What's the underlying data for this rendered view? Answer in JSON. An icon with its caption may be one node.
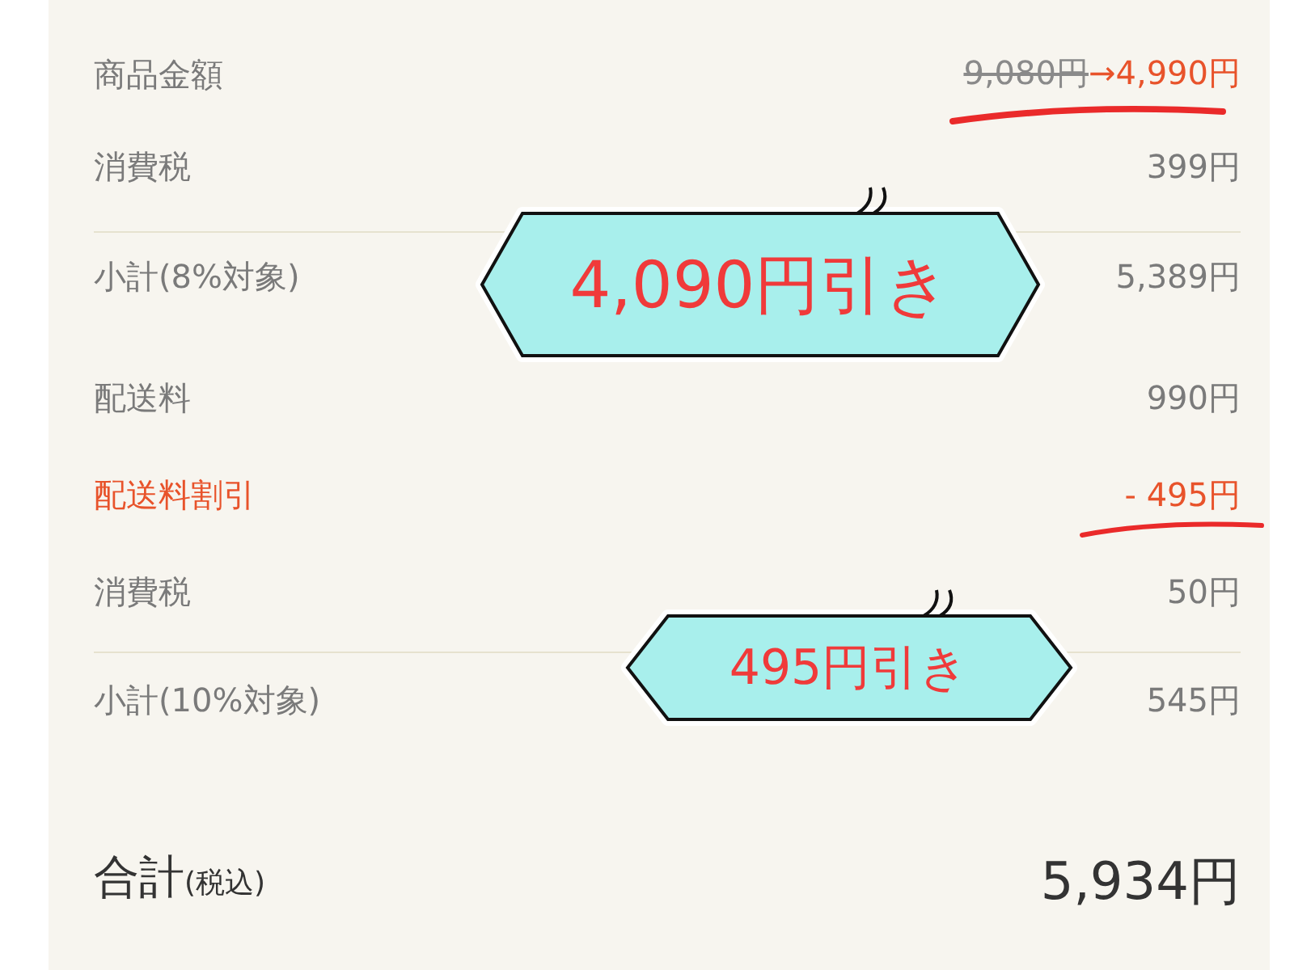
{
  "diagram": {
    "nodes": [
      {
        "text": [
          "4,090円引き"
        ]
      },
      {
        "text": [
          "495円引き"
        ]
      }
    ],
    "labels": [
      "商品金額",
      "9,080円",
      "→4,990円",
      "消費税",
      "399円",
      "小計(8%対象)",
      "5,389円",
      "配送料",
      "990円",
      "配送料割引",
      "- 495円",
      "消費税",
      "50円",
      "小計(10%対象)",
      "545円",
      "合計",
      "(税込)",
      "5,934円"
    ]
  }
}
